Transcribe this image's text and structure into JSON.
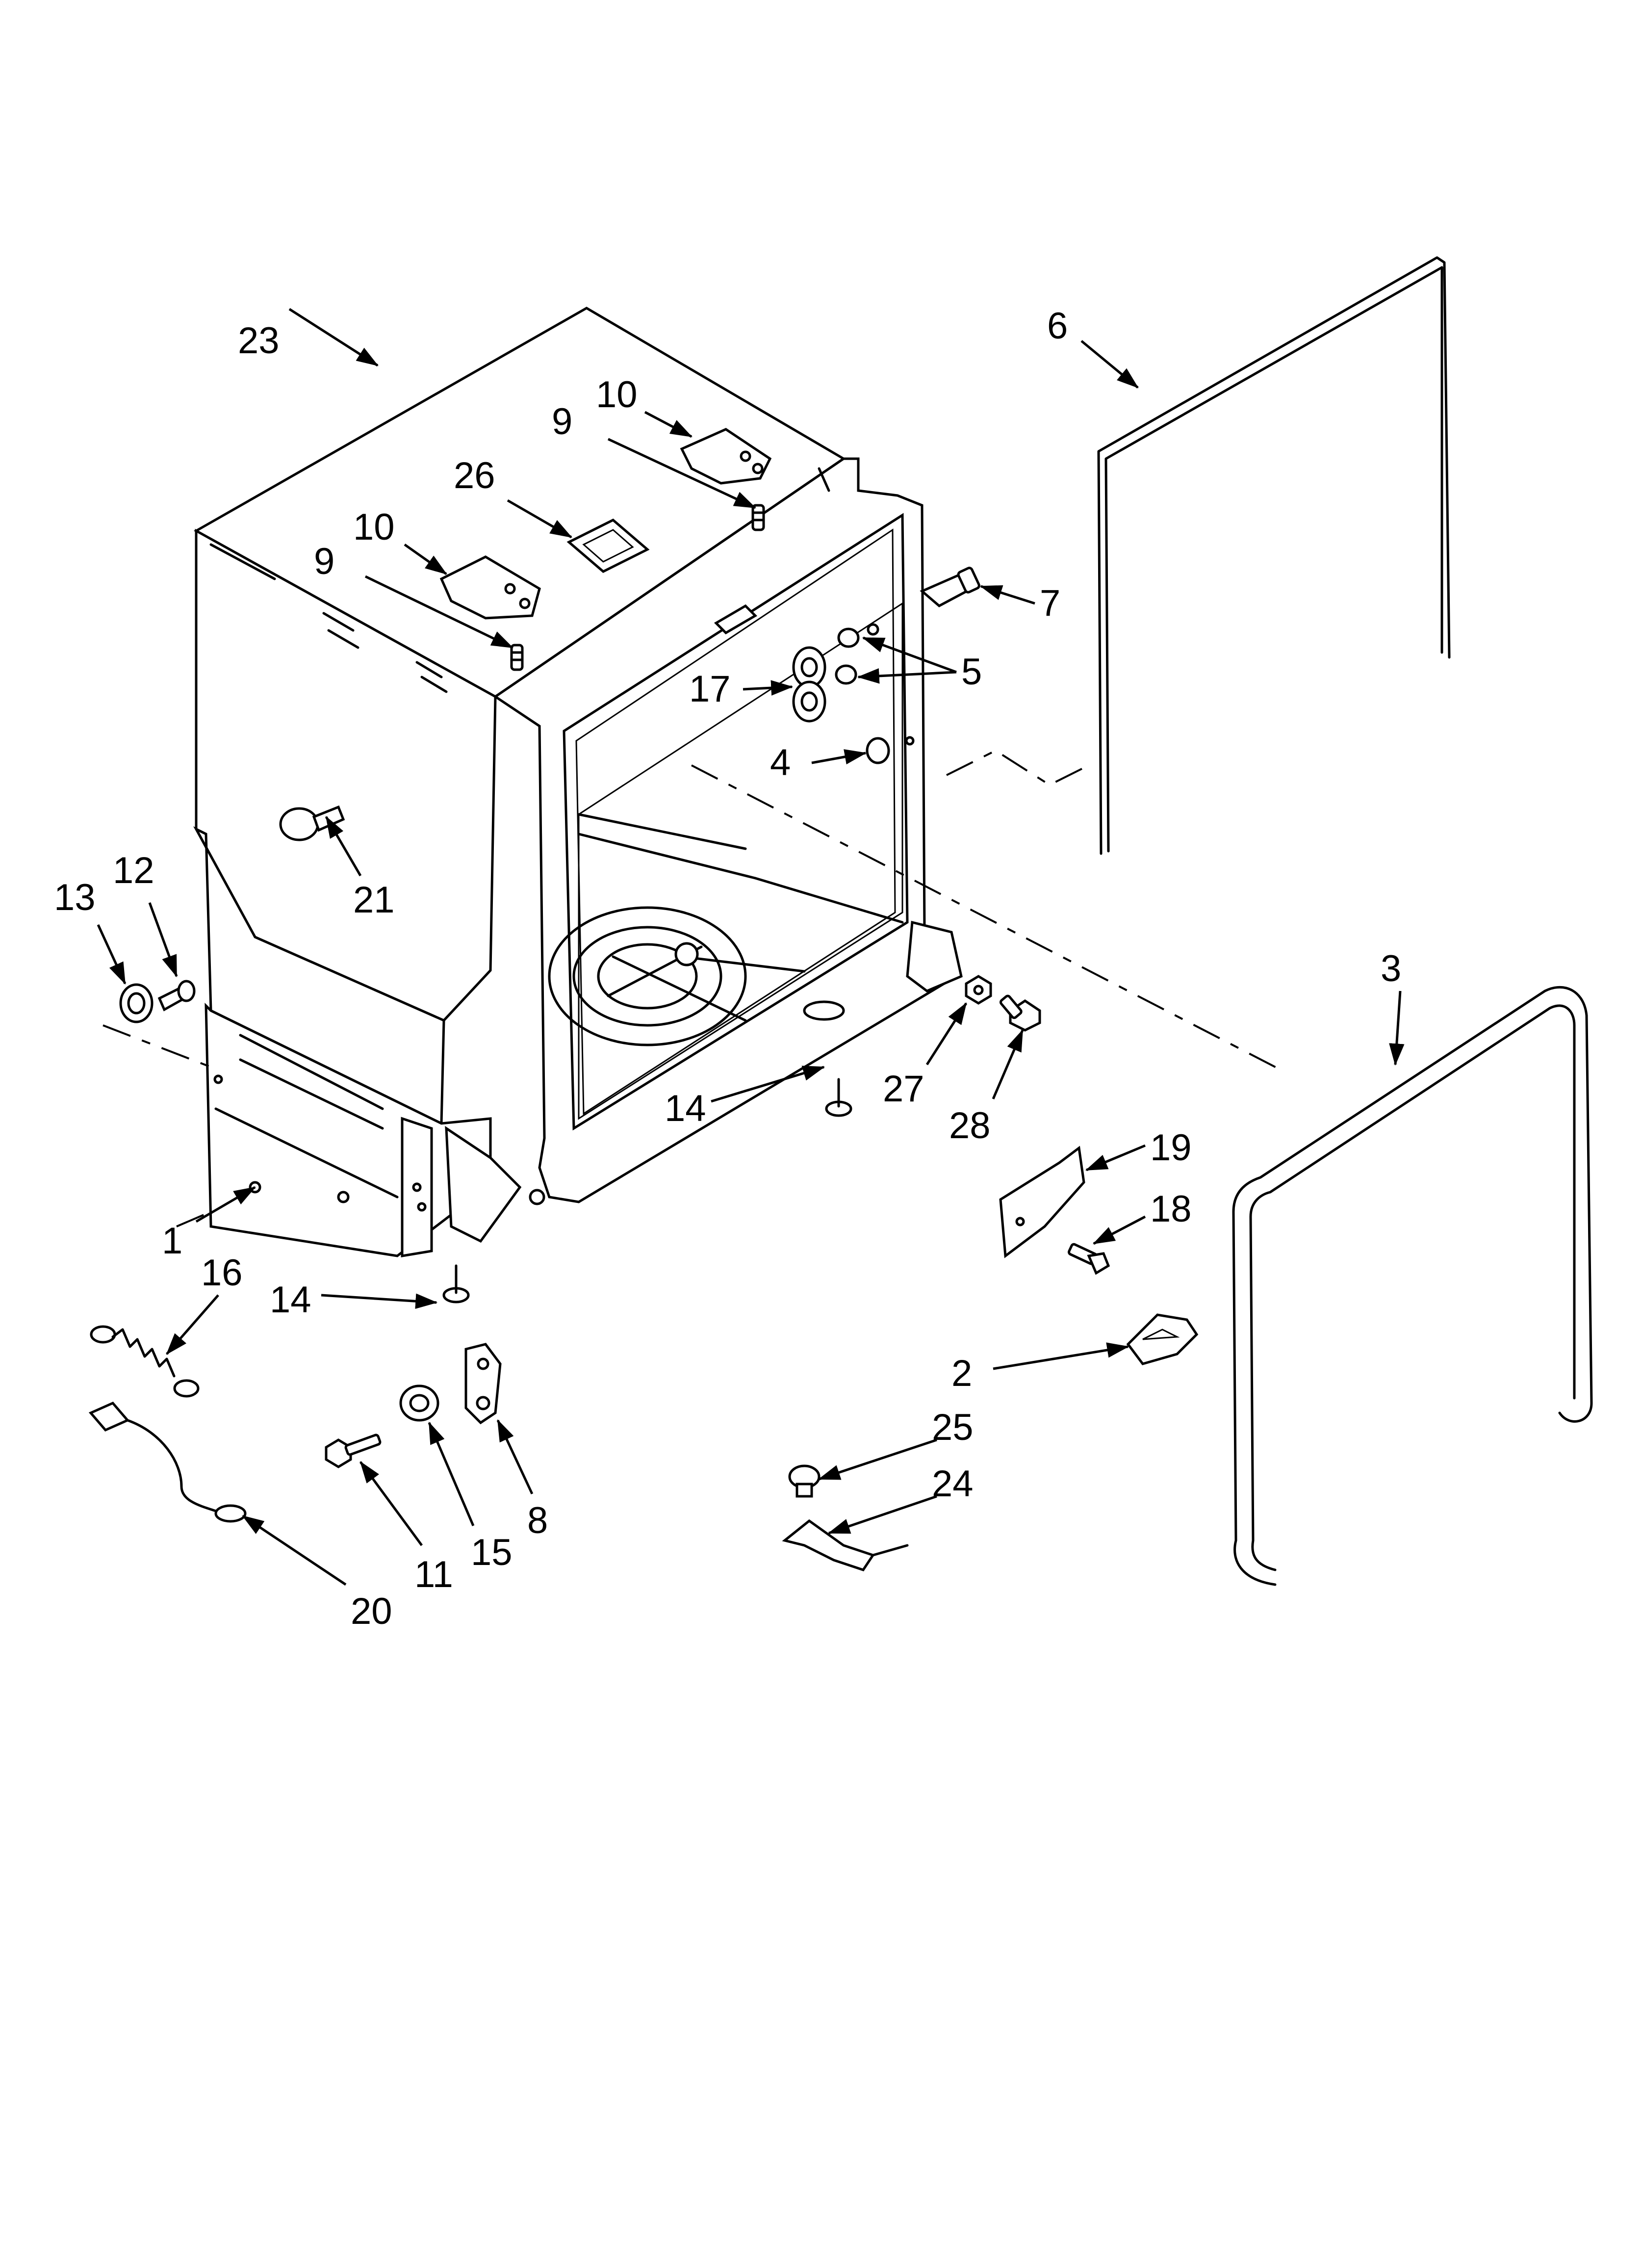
{
  "callouts": [
    {
      "id": "c23",
      "label": "23"
    },
    {
      "id": "c10a",
      "label": "10"
    },
    {
      "id": "c9a",
      "label": "9"
    },
    {
      "id": "c26",
      "label": "26"
    },
    {
      "id": "c10b",
      "label": "10"
    },
    {
      "id": "c9b",
      "label": "9"
    },
    {
      "id": "c6",
      "label": "6"
    },
    {
      "id": "c7",
      "label": "7"
    },
    {
      "id": "c5",
      "label": "5"
    },
    {
      "id": "c17",
      "label": "17"
    },
    {
      "id": "c4",
      "label": "4"
    },
    {
      "id": "c21",
      "label": "21"
    },
    {
      "id": "c13",
      "label": "13"
    },
    {
      "id": "c12",
      "label": "12"
    },
    {
      "id": "c3",
      "label": "3"
    },
    {
      "id": "c27",
      "label": "27"
    },
    {
      "id": "c28",
      "label": "28"
    },
    {
      "id": "c14a",
      "label": "14"
    },
    {
      "id": "c19",
      "label": "19"
    },
    {
      "id": "c18",
      "label": "18"
    },
    {
      "id": "c1",
      "label": "1"
    },
    {
      "id": "c16",
      "label": "16"
    },
    {
      "id": "c14b",
      "label": "14"
    },
    {
      "id": "c2",
      "label": "2"
    },
    {
      "id": "c25",
      "label": "25"
    },
    {
      "id": "c24",
      "label": "24"
    },
    {
      "id": "c8",
      "label": "8"
    },
    {
      "id": "c15",
      "label": "15"
    },
    {
      "id": "c11",
      "label": "11"
    },
    {
      "id": "c20",
      "label": "20"
    }
  ]
}
